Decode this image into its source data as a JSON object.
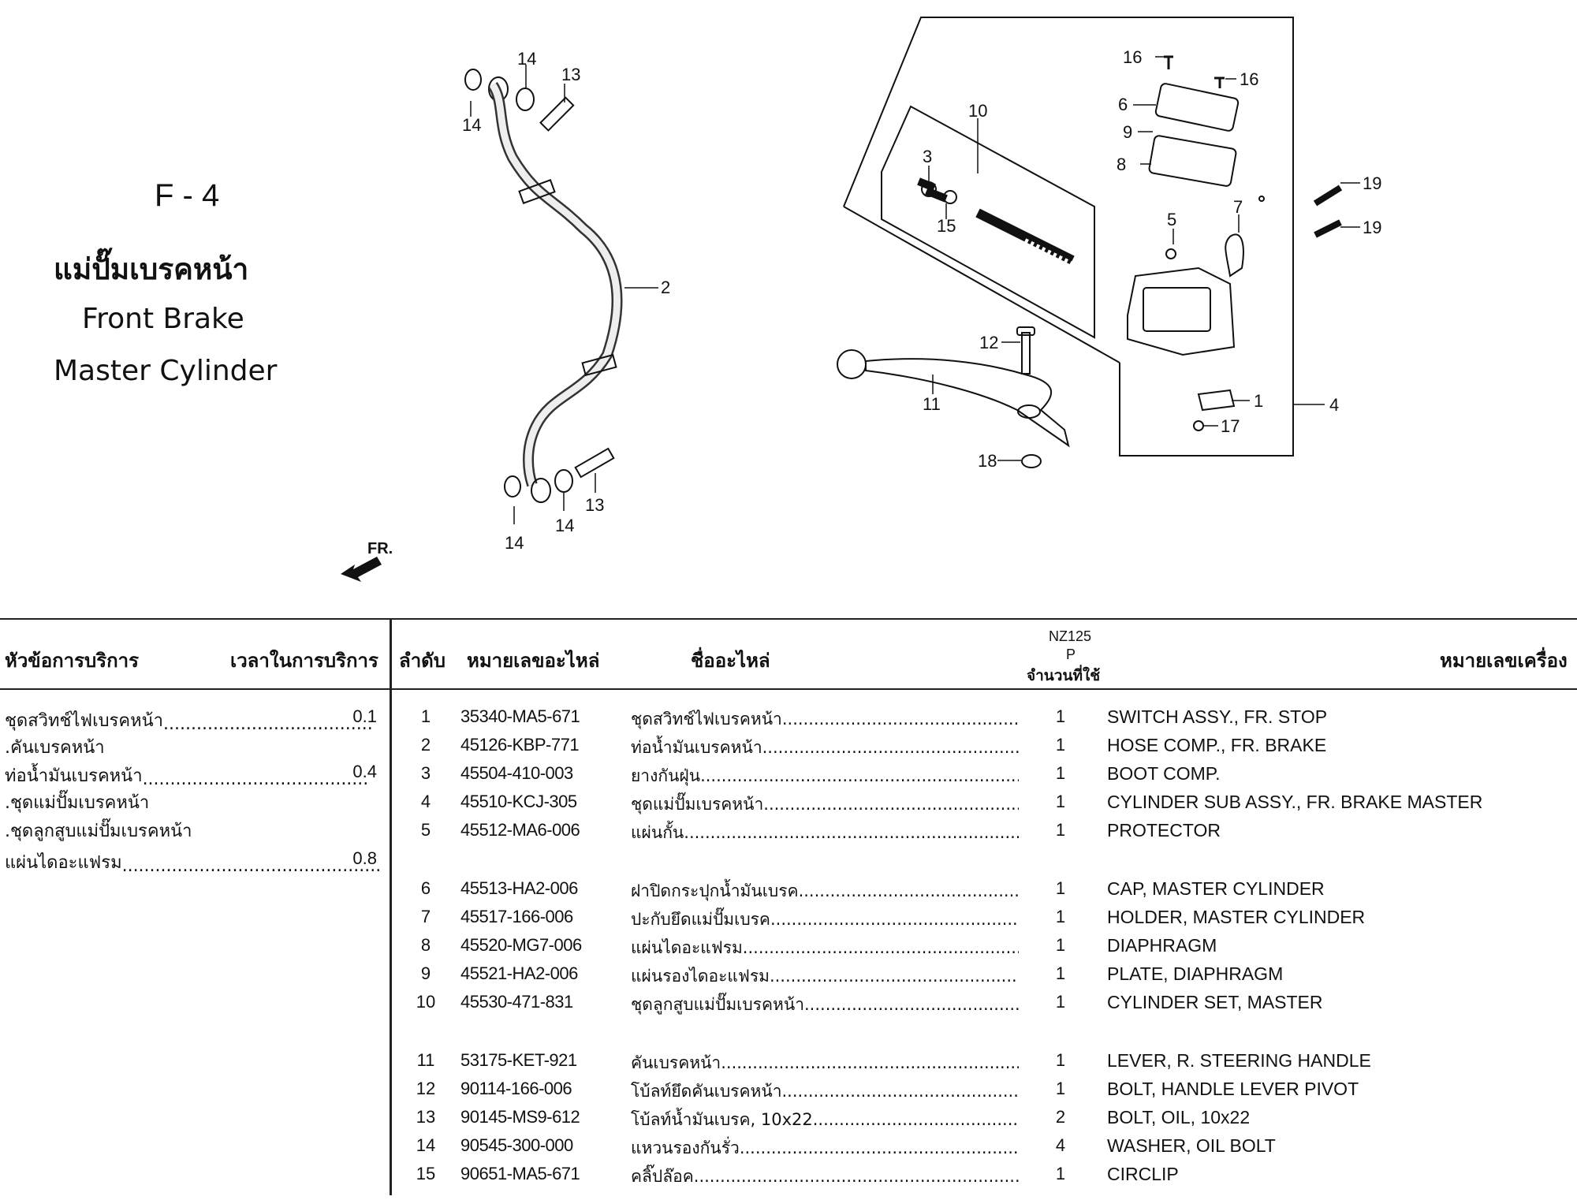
{
  "header": {
    "figure_code": "F - 4",
    "title_th": "แม่ปั๊มเบรคหน้า",
    "title_en_line1": "Front Brake",
    "title_en_line2": "Master Cylinder"
  },
  "diagram": {
    "direction_label": "FR.",
    "callouts": [
      "14",
      "13",
      "14",
      "2",
      "13",
      "14",
      "14",
      "10",
      "3",
      "15",
      "16",
      "16",
      "6",
      "9",
      "8",
      "5",
      "7",
      "19",
      "19",
      "12",
      "11",
      "1",
      "17",
      "4",
      "18"
    ]
  },
  "table_header": {
    "service_item": "หัวข้อการบริการ",
    "service_time": "เวลาในการบริการ",
    "seq": "ลำดับ",
    "part_no": "หมายเลขอะไหล่",
    "part_name": "ชื่ออะไหล่",
    "model": "NZ125",
    "model_code": "P",
    "qty_label": "จำนวนที่ใช้",
    "frame_no": "หมายเลขเครื่อง"
  },
  "service_items": [
    {
      "name": "ชุดสวิทช์ไฟเบรคหน้า",
      "dots": "......................................",
      "time": "0.1"
    },
    {
      "name": ".คันเบรคหน้า",
      "dots": "",
      "time": ""
    },
    {
      "name": "ท่อน้ำมันเบรคหน้า",
      "dots": ".........................................",
      "time": "0.4"
    },
    {
      "name": ".ชุดแม่ปั๊มเบรคหน้า",
      "dots": "",
      "time": ""
    },
    {
      "name": ".ชุดลูกสูบแม่ปั๊มเบรคหน้า",
      "dots": "",
      "time": ""
    },
    {
      "name": "แผ่นไดอะแฟรม",
      "dots": "...............................................",
      "time": "0.8"
    }
  ],
  "parts": [
    {
      "no": "1",
      "part": "35340-MA5-671",
      "th": "ชุดสวิทช์ไฟเบรคหน้า.........................................................",
      "qty": "1",
      "en": "SWITCH ASSY., FR. STOP"
    },
    {
      "no": "2",
      "part": "45126-KBP-771",
      "th": "ท่อน้ำมันเบรคหน้า.............................................................",
      "qty": "1",
      "en": "HOSE COMP., FR. BRAKE"
    },
    {
      "no": "3",
      "part": "45504-410-003",
      "th": "ยางกันฝุ่น........................................................................",
      "qty": "1",
      "en": "BOOT COMP."
    },
    {
      "no": "4",
      "part": "45510-KCJ-305",
      "th": "ชุดแม่ปั๊มเบรคหน้า............................................................",
      "qty": "1",
      "en": "CYLINDER SUB ASSY., FR. BRAKE MASTER"
    },
    {
      "no": "5",
      "part": "45512-MA6-006",
      "th": "แผ่นกั้น...........................................................................",
      "qty": "1",
      "en": "PROTECTOR"
    },
    {
      "no": "6",
      "part": "45513-HA2-006",
      "th": "ฝาปิดกระปุกน้ำมันเบรค.....................................................",
      "qty": "1",
      "en": "CAP, MASTER CYLINDER"
    },
    {
      "no": "7",
      "part": "45517-166-006",
      "th": "ปะกับยึดแม่ปั๊มเบรค.........................................................",
      "qty": "1",
      "en": "HOLDER, MASTER CYLINDER"
    },
    {
      "no": "8",
      "part": "45520-MG7-006",
      "th": "แผ่นไดอะแฟรม.................................................................",
      "qty": "1",
      "en": "DIAPHRAGM"
    },
    {
      "no": "9",
      "part": "45521-HA2-006",
      "th": "แผ่นรองไดอะแฟรม..........................................................",
      "qty": "1",
      "en": "PLATE, DIAPHRAGM"
    },
    {
      "no": "10",
      "part": "45530-471-831",
      "th": "ชุดลูกสูบแม่ปั๊มเบรคหน้า.................................................",
      "qty": "1",
      "en": "CYLINDER SET, MASTER"
    },
    {
      "no": "11",
      "part": "53175-KET-921",
      "th": "คันเบรคหน้า.....................................................................",
      "qty": "1",
      "en": "LEVER, R. STEERING HANDLE"
    },
    {
      "no": "12",
      "part": "90114-166-006",
      "th": "โบ้ลท์ยึดคันเบรคหน้า.......................................................",
      "qty": "1",
      "en": "BOLT, HANDLE LEVER PIVOT"
    },
    {
      "no": "13",
      "part": "90145-MS9-612",
      "th": "โบ้ลท์น้ำมันเบรค, 10x22.....................................................",
      "qty": "2",
      "en": "BOLT, OIL, 10x22"
    },
    {
      "no": "14",
      "part": "90545-300-000",
      "th": "แหวนรองกันรั่ว...................................................................",
      "qty": "4",
      "en": "WASHER, OIL BOLT"
    },
    {
      "no": "15",
      "part": "90651-MA5-671",
      "th": "คลิ๊ปล๊อค...........................................................................",
      "qty": "1",
      "en": "CIRCLIP"
    }
  ]
}
